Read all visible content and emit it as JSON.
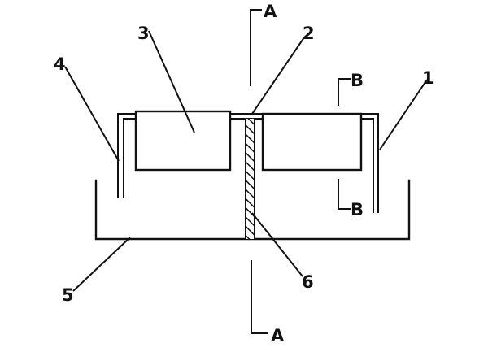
{
  "diagram": {
    "section_marks": {
      "a_top": "A",
      "a_bottom": "A",
      "b_top": "B",
      "b_bottom": "B"
    },
    "callouts": {
      "c1": "1",
      "c2": "2",
      "c3": "3",
      "c4": "4",
      "c5": "5",
      "c6": "6"
    }
  }
}
